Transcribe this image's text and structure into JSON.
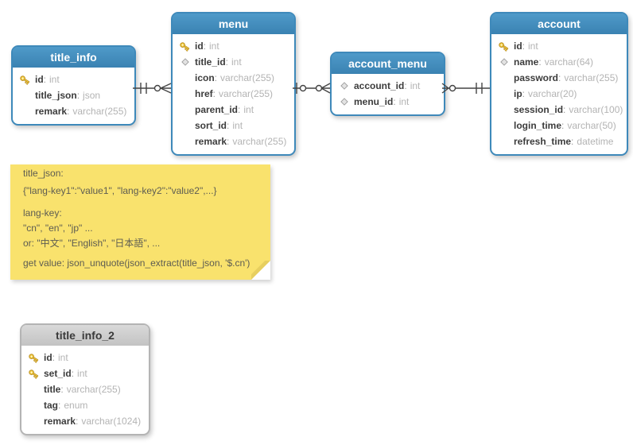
{
  "diagram": {
    "tables": [
      {
        "name": "title_info",
        "header_style": "blue",
        "fields": [
          {
            "icon": "primary-key",
            "name": "id",
            "type": "int"
          },
          {
            "icon": "",
            "name": "title_json",
            "type": "json"
          },
          {
            "icon": "",
            "name": "remark",
            "type": "varchar(255)"
          }
        ]
      },
      {
        "name": "menu",
        "header_style": "blue",
        "fields": [
          {
            "icon": "primary-key",
            "name": "id",
            "type": "int"
          },
          {
            "icon": "index",
            "name": "title_id",
            "type": "int"
          },
          {
            "icon": "",
            "name": "icon",
            "type": "varchar(255)"
          },
          {
            "icon": "",
            "name": "href",
            "type": "varchar(255)"
          },
          {
            "icon": "",
            "name": "parent_id",
            "type": "int"
          },
          {
            "icon": "",
            "name": "sort_id",
            "type": "int"
          },
          {
            "icon": "",
            "name": "remark",
            "type": "varchar(255)"
          }
        ]
      },
      {
        "name": "account_menu",
        "header_style": "blue",
        "fields": [
          {
            "icon": "index",
            "name": "account_id",
            "type": "int"
          },
          {
            "icon": "index",
            "name": "menu_id",
            "type": "int"
          }
        ]
      },
      {
        "name": "account",
        "header_style": "blue",
        "fields": [
          {
            "icon": "primary-key",
            "name": "id",
            "type": "int"
          },
          {
            "icon": "index",
            "name": "name",
            "type": "varchar(64)"
          },
          {
            "icon": "",
            "name": "password",
            "type": "varchar(255)"
          },
          {
            "icon": "",
            "name": "ip",
            "type": "varchar(20)"
          },
          {
            "icon": "",
            "name": "session_id",
            "type": "varchar(100)"
          },
          {
            "icon": "",
            "name": "login_time",
            "type": "varchar(50)"
          },
          {
            "icon": "",
            "name": "refresh_time",
            "type": "datetime"
          }
        ]
      },
      {
        "name": "title_info_2",
        "header_style": "gray",
        "fields": [
          {
            "icon": "primary-key",
            "name": "id",
            "type": "int"
          },
          {
            "icon": "primary-key",
            "name": "set_id",
            "type": "int"
          },
          {
            "icon": "",
            "name": "title",
            "type": "varchar(255)"
          },
          {
            "icon": "",
            "name": "tag",
            "type": "enum"
          },
          {
            "icon": "",
            "name": "remark",
            "type": "varchar(1024)"
          }
        ]
      }
    ],
    "relationships": [
      {
        "from": "title_info",
        "to": "menu",
        "from_cardinality": "one-and-only-one",
        "to_cardinality": "zero-or-many"
      },
      {
        "from": "menu",
        "to": "account_menu",
        "from_cardinality": "zero-or-one",
        "to_cardinality": "zero-or-many"
      },
      {
        "from": "account_menu",
        "to": "account",
        "from_cardinality": "zero-or-many",
        "to_cardinality": "one-and-only-one"
      }
    ],
    "note": {
      "lines": [
        "title_json:",
        "{\"lang-key1\":\"value1\", \"lang-key2\":\"value2\",...}",
        "lang-key:",
        "\"cn\", \"en\", \"jp\" ...",
        "or: \"中文\", \"English\", \"日本語\", ...",
        "get value: json_unquote(json_extract(title_json, '$.cn')"
      ]
    }
  },
  "ui": {
    "colon": ":"
  },
  "colors": {
    "table_header_blue": "#3e89ba",
    "table_header_gray": "#cccccc",
    "table_body": "#ffffff",
    "note_yellow": "#f9e26d",
    "key_icon_gold": "#f4cd3e",
    "diamond_icon_gray": "#e3e3e3",
    "field_name_text": "#3c3c3c",
    "field_type_text": "#b3b3b3",
    "connector_line": "#444444"
  }
}
